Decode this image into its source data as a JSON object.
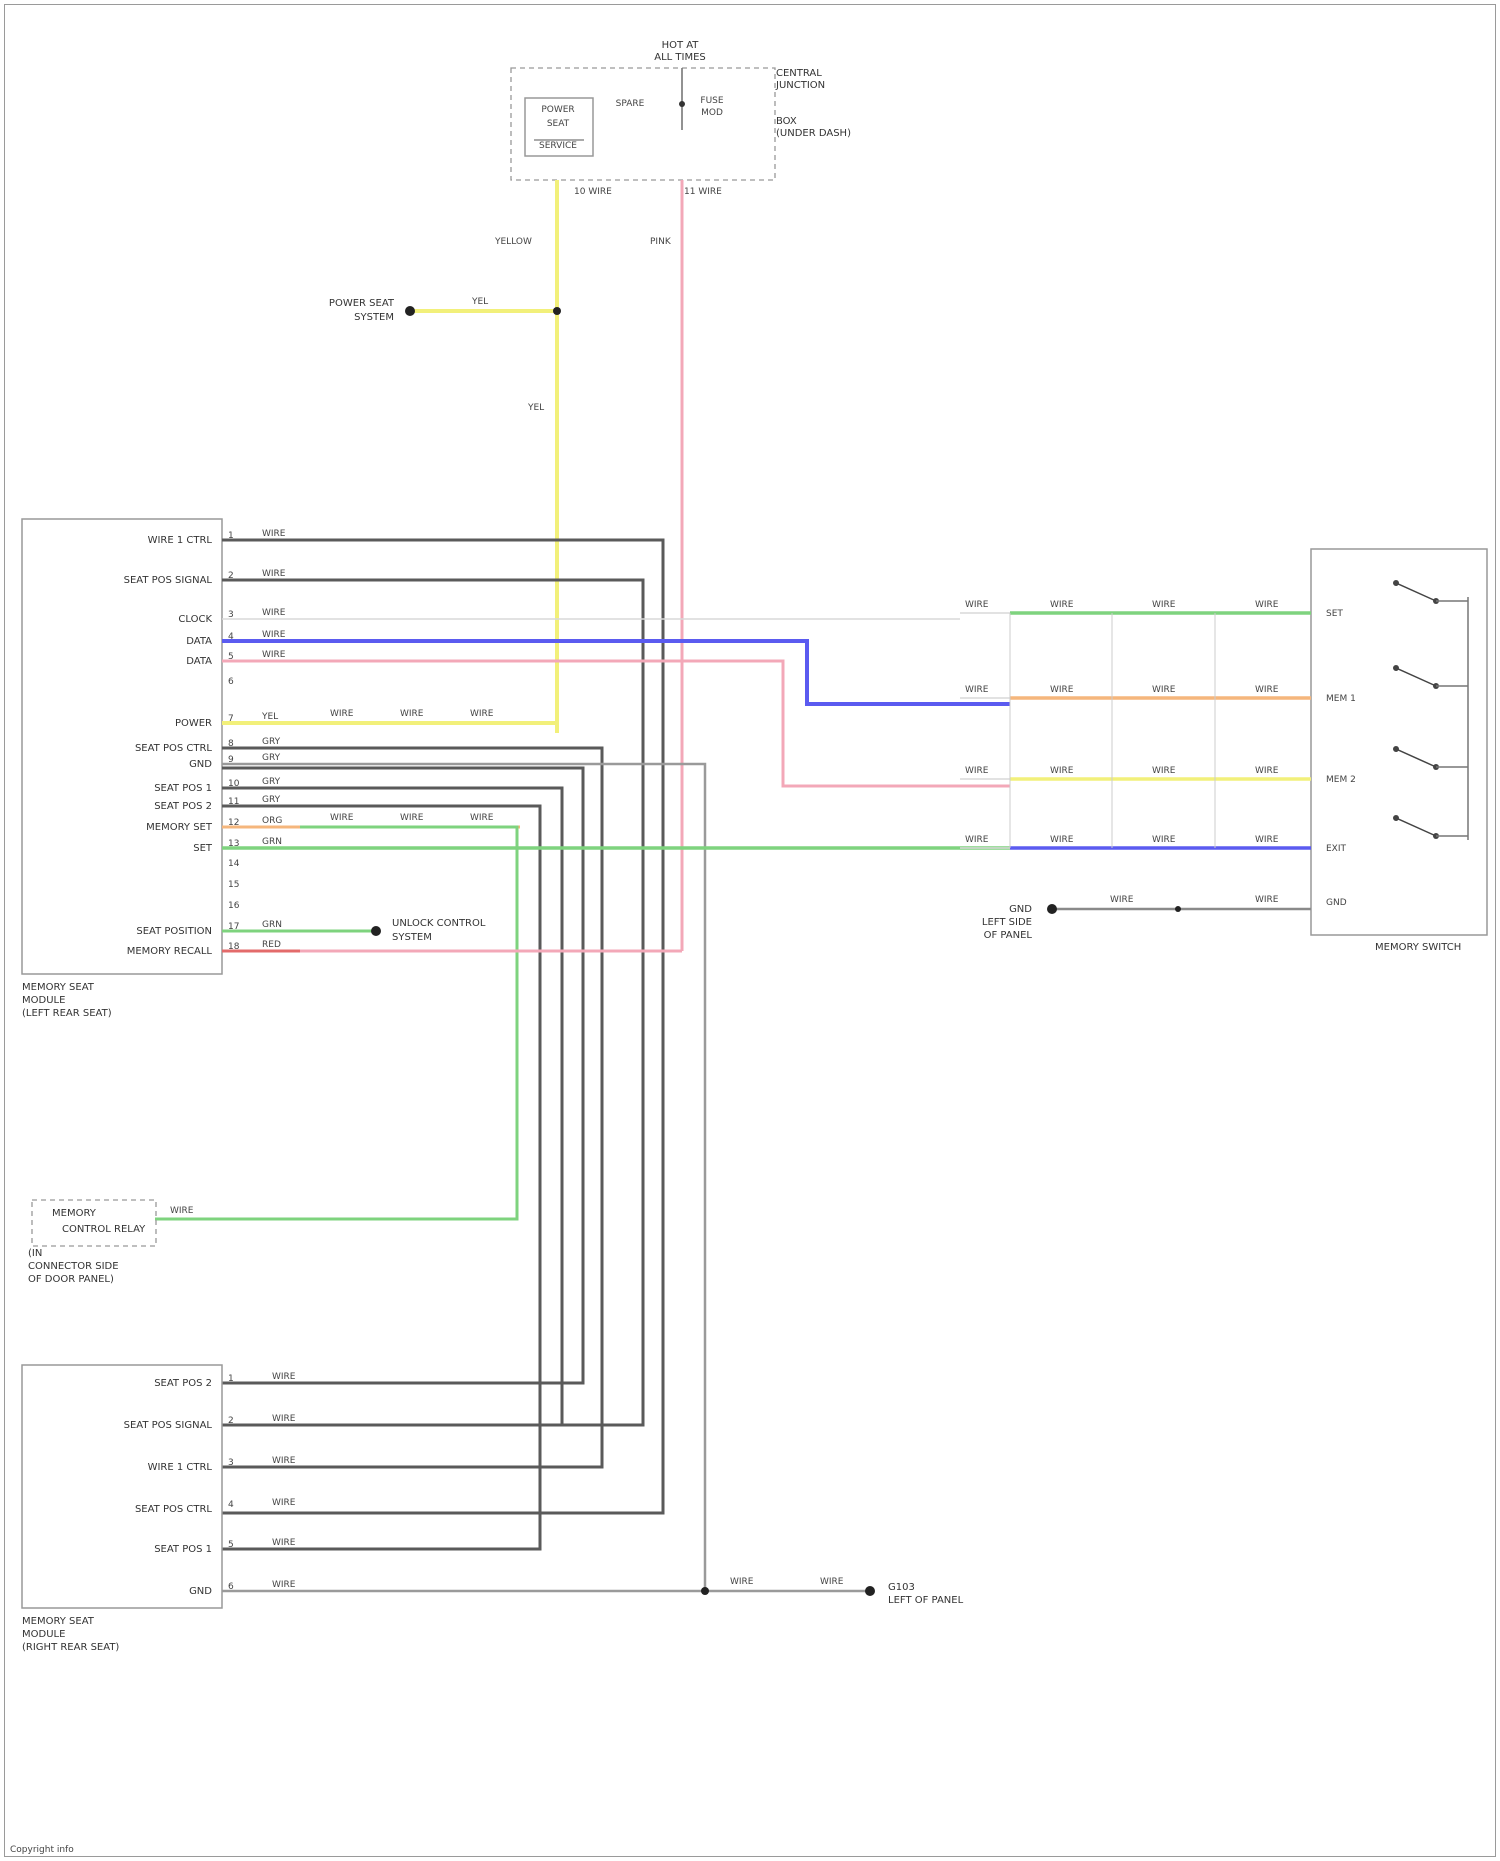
{
  "fuse_box": {
    "header_lines": [
      "HOT AT",
      "ALL TIMES"
    ],
    "inner_left": [
      "POWER",
      "SEAT",
      "SERVICE"
    ],
    "inner_mid": [
      "SPARE"
    ],
    "inner_right": [
      "FUSE",
      "MOD"
    ],
    "side_lines": [
      "CENTRAL",
      "JUNCTION",
      "BOX",
      "(UNDER DASH)"
    ],
    "pin_left": "10 WIRE",
    "pin_right": "11 WIRE"
  },
  "splice": {
    "label": [
      "POWER SEAT",
      "SYSTEM"
    ]
  },
  "memory_module_left": {
    "title_lines": [
      "MEMORY SEAT",
      "MODULE",
      "(LEFT REAR SEAT)"
    ],
    "pins": [
      {
        "num": "1",
        "label": "WIRE 1 CTRL",
        "wire": "WIRE"
      },
      {
        "num": "2",
        "label": "SEAT POS SIGNAL",
        "wire": "WIRE"
      },
      {
        "num": "3",
        "label": "CLOCK",
        "wire": "WIRE"
      },
      {
        "num": "4",
        "label": "DATA",
        "wire": "WIRE"
      },
      {
        "num": "5",
        "label": "DATA",
        "wire": "WIRE"
      },
      {
        "num": "6",
        "label": "",
        "wire": ""
      },
      {
        "num": "7",
        "label": "POWER",
        "wire": "YEL"
      },
      {
        "num": "8",
        "label": "SEAT POS CTRL",
        "wire": "GRY"
      },
      {
        "num": "9",
        "label": "GND",
        "wire": "GRY"
      },
      {
        "num": "10",
        "label": "SEAT POS 1",
        "wire": "GRY"
      },
      {
        "num": "11",
        "label": "SEAT POS 2",
        "wire": "GRY"
      },
      {
        "num": "12",
        "label": "MEMORY SET",
        "wire": "ORG"
      },
      {
        "num": "13",
        "label": "SET",
        "wire": "GRN"
      },
      {
        "num": "14",
        "label": "",
        "wire": ""
      },
      {
        "num": "15",
        "label": "",
        "wire": ""
      },
      {
        "num": "16",
        "label": "",
        "wire": ""
      },
      {
        "num": "17",
        "label": "SEAT POSITION",
        "wire": "GRN"
      },
      {
        "num": "18",
        "label": "MEMORY RECALL",
        "wire": "RED"
      }
    ],
    "inline_labels": [
      "WIRE",
      "WIRE",
      "WIRE",
      "WIRE",
      "WIRE",
      "WIRE"
    ]
  },
  "memory_switch": {
    "title": "MEMORY SWITCH",
    "rows": [
      {
        "label": "SET",
        "wire_in": "WIRE",
        "segs": [
          "WIRE",
          "WIRE",
          "WIRE"
        ]
      },
      {
        "label": "MEM 1",
        "wire_in": "WIRE",
        "segs": [
          "WIRE",
          "WIRE",
          "WIRE"
        ]
      },
      {
        "label": "MEM 2",
        "wire_in": "WIRE",
        "segs": [
          "WIRE",
          "WIRE",
          "WIRE"
        ]
      },
      {
        "label": "EXIT",
        "wire_in": "WIRE",
        "segs": [
          "WIRE",
          "WIRE",
          "WIRE"
        ]
      }
    ],
    "ground_row": {
      "label": "GND",
      "segs": [
        "WIRE",
        "WIRE"
      ]
    },
    "ground_label": [
      "GND",
      "LEFT SIDE",
      "OF PANEL"
    ]
  },
  "unlock_splice": {
    "label": [
      "UNLOCK CONTROL",
      "SYSTEM"
    ]
  },
  "memory_relay": {
    "lines": [
      "MEMORY",
      "CONTROL RELAY"
    ],
    "wire": "WIRE",
    "note_lines": [
      "(IN",
      "CONNECTOR SIDE",
      "OF DOOR PANEL)"
    ]
  },
  "memory_module_right": {
    "title_lines": [
      "MEMORY SEAT",
      "MODULE",
      "(RIGHT REAR SEAT)"
    ],
    "pins": [
      {
        "num": "1",
        "label": "SEAT POS 2",
        "wire": "WIRE"
      },
      {
        "num": "2",
        "label": "SEAT POS SIGNAL",
        "wire": "WIRE"
      },
      {
        "num": "3",
        "label": "WIRE 1 CTRL",
        "wire": "WIRE"
      },
      {
        "num": "4",
        "label": "SEAT POS CTRL",
        "wire": "WIRE"
      },
      {
        "num": "5",
        "label": "SEAT POS 1",
        "wire": "WIRE"
      },
      {
        "num": "6",
        "label": "GND",
        "wire": "WIRE"
      }
    ]
  },
  "ground_point": {
    "label": [
      "G103",
      "LEFT OF PANEL"
    ],
    "wire_a": "WIRE",
    "wire_b": "WIRE"
  },
  "wire_labels": {
    "fuse_drop_left": "YELLOW",
    "fuse_drop_right": "PINK",
    "splice_branch": "YEL",
    "vertical_yellow": "YEL"
  },
  "footer": "Copyright info",
  "colors": {
    "yellow": "#f2f07a",
    "pink": "#f3a8b8",
    "blue": "#5b5bf0",
    "green": "#7ed37e",
    "orange": "#f5b67c",
    "dark": "#555555",
    "gray": "#8a8a8a"
  }
}
